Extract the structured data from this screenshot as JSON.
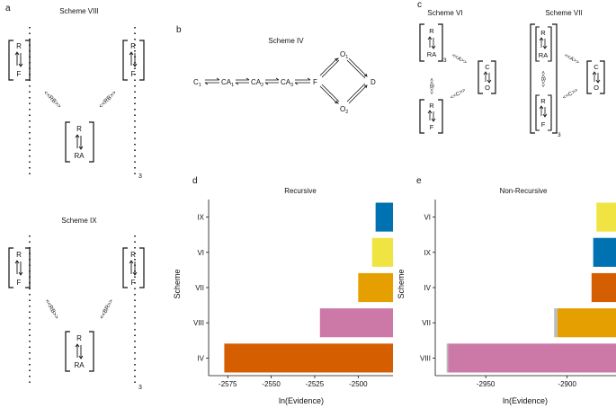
{
  "panels": {
    "a": "a",
    "b": "b",
    "c": "c",
    "d": "d",
    "e": "e"
  },
  "panel_a": {
    "scheme_top": "Scheme VIII",
    "scheme_bottom": "Scheme IX",
    "rf_top": "R",
    "rf_bottom": "F",
    "rra_top": "R",
    "rra_bottom": "RA",
    "link_left_top": "<<RB>>",
    "link_right_top": "<<RB>>",
    "link_left_bottom": "<<RB>>",
    "link_right_bottom": "<<BR>>",
    "multiplier": "3"
  },
  "panel_b": {
    "title": "Scheme IV",
    "nodes": [
      "C",
      "CA",
      "CA",
      "CA",
      "F",
      "O",
      "D",
      "O"
    ],
    "subs": [
      "1",
      "1",
      "2",
      "3",
      "",
      "1",
      "",
      "2"
    ]
  },
  "panel_c": {
    "title_left": "Scheme VI",
    "title_right": "Scheme VII",
    "r": "R",
    "ra": "RA",
    "f": "F",
    "c": "C",
    "o": "O",
    "link_a": "<<A>>",
    "link_b": "<<B>>",
    "link_c": "<<C>>",
    "multiplier": "3"
  },
  "chart_data": [
    {
      "type": "bar",
      "orientation": "horizontal",
      "title": "Recursive",
      "xlabel": "ln(Evidence)",
      "ylabel": "Scheme",
      "xlim": [
        -2586,
        -2480
      ],
      "xticks": [
        -2575,
        -2550,
        -2525,
        -2500
      ],
      "categories": [
        "IX",
        "VI",
        "VII",
        "VIII",
        "IV"
      ],
      "values": [
        -2490,
        -2492,
        -2500,
        -2522,
        -2577
      ],
      "colors": [
        "#0072B2",
        "#F0E442",
        "#E69F00",
        "#CC79A7",
        "#D55E00"
      ]
    },
    {
      "type": "bar",
      "orientation": "horizontal",
      "title": "Non-Recursive",
      "xlabel": "ln(Evidence)",
      "ylabel": "Scheme",
      "xlim": [
        -2981,
        -2870
      ],
      "xticks": [
        -2950,
        -2900
      ],
      "categories": [
        "VI",
        "IX",
        "IV",
        "VII",
        "VIII"
      ],
      "values": [
        -2882,
        -2884,
        -2885,
        -2906,
        -2973
      ],
      "grey_extension": [
        0,
        0,
        0,
        2,
        1
      ],
      "colors": [
        "#F0E442",
        "#0072B2",
        "#D55E00",
        "#E69F00",
        "#CC79A7"
      ]
    }
  ]
}
